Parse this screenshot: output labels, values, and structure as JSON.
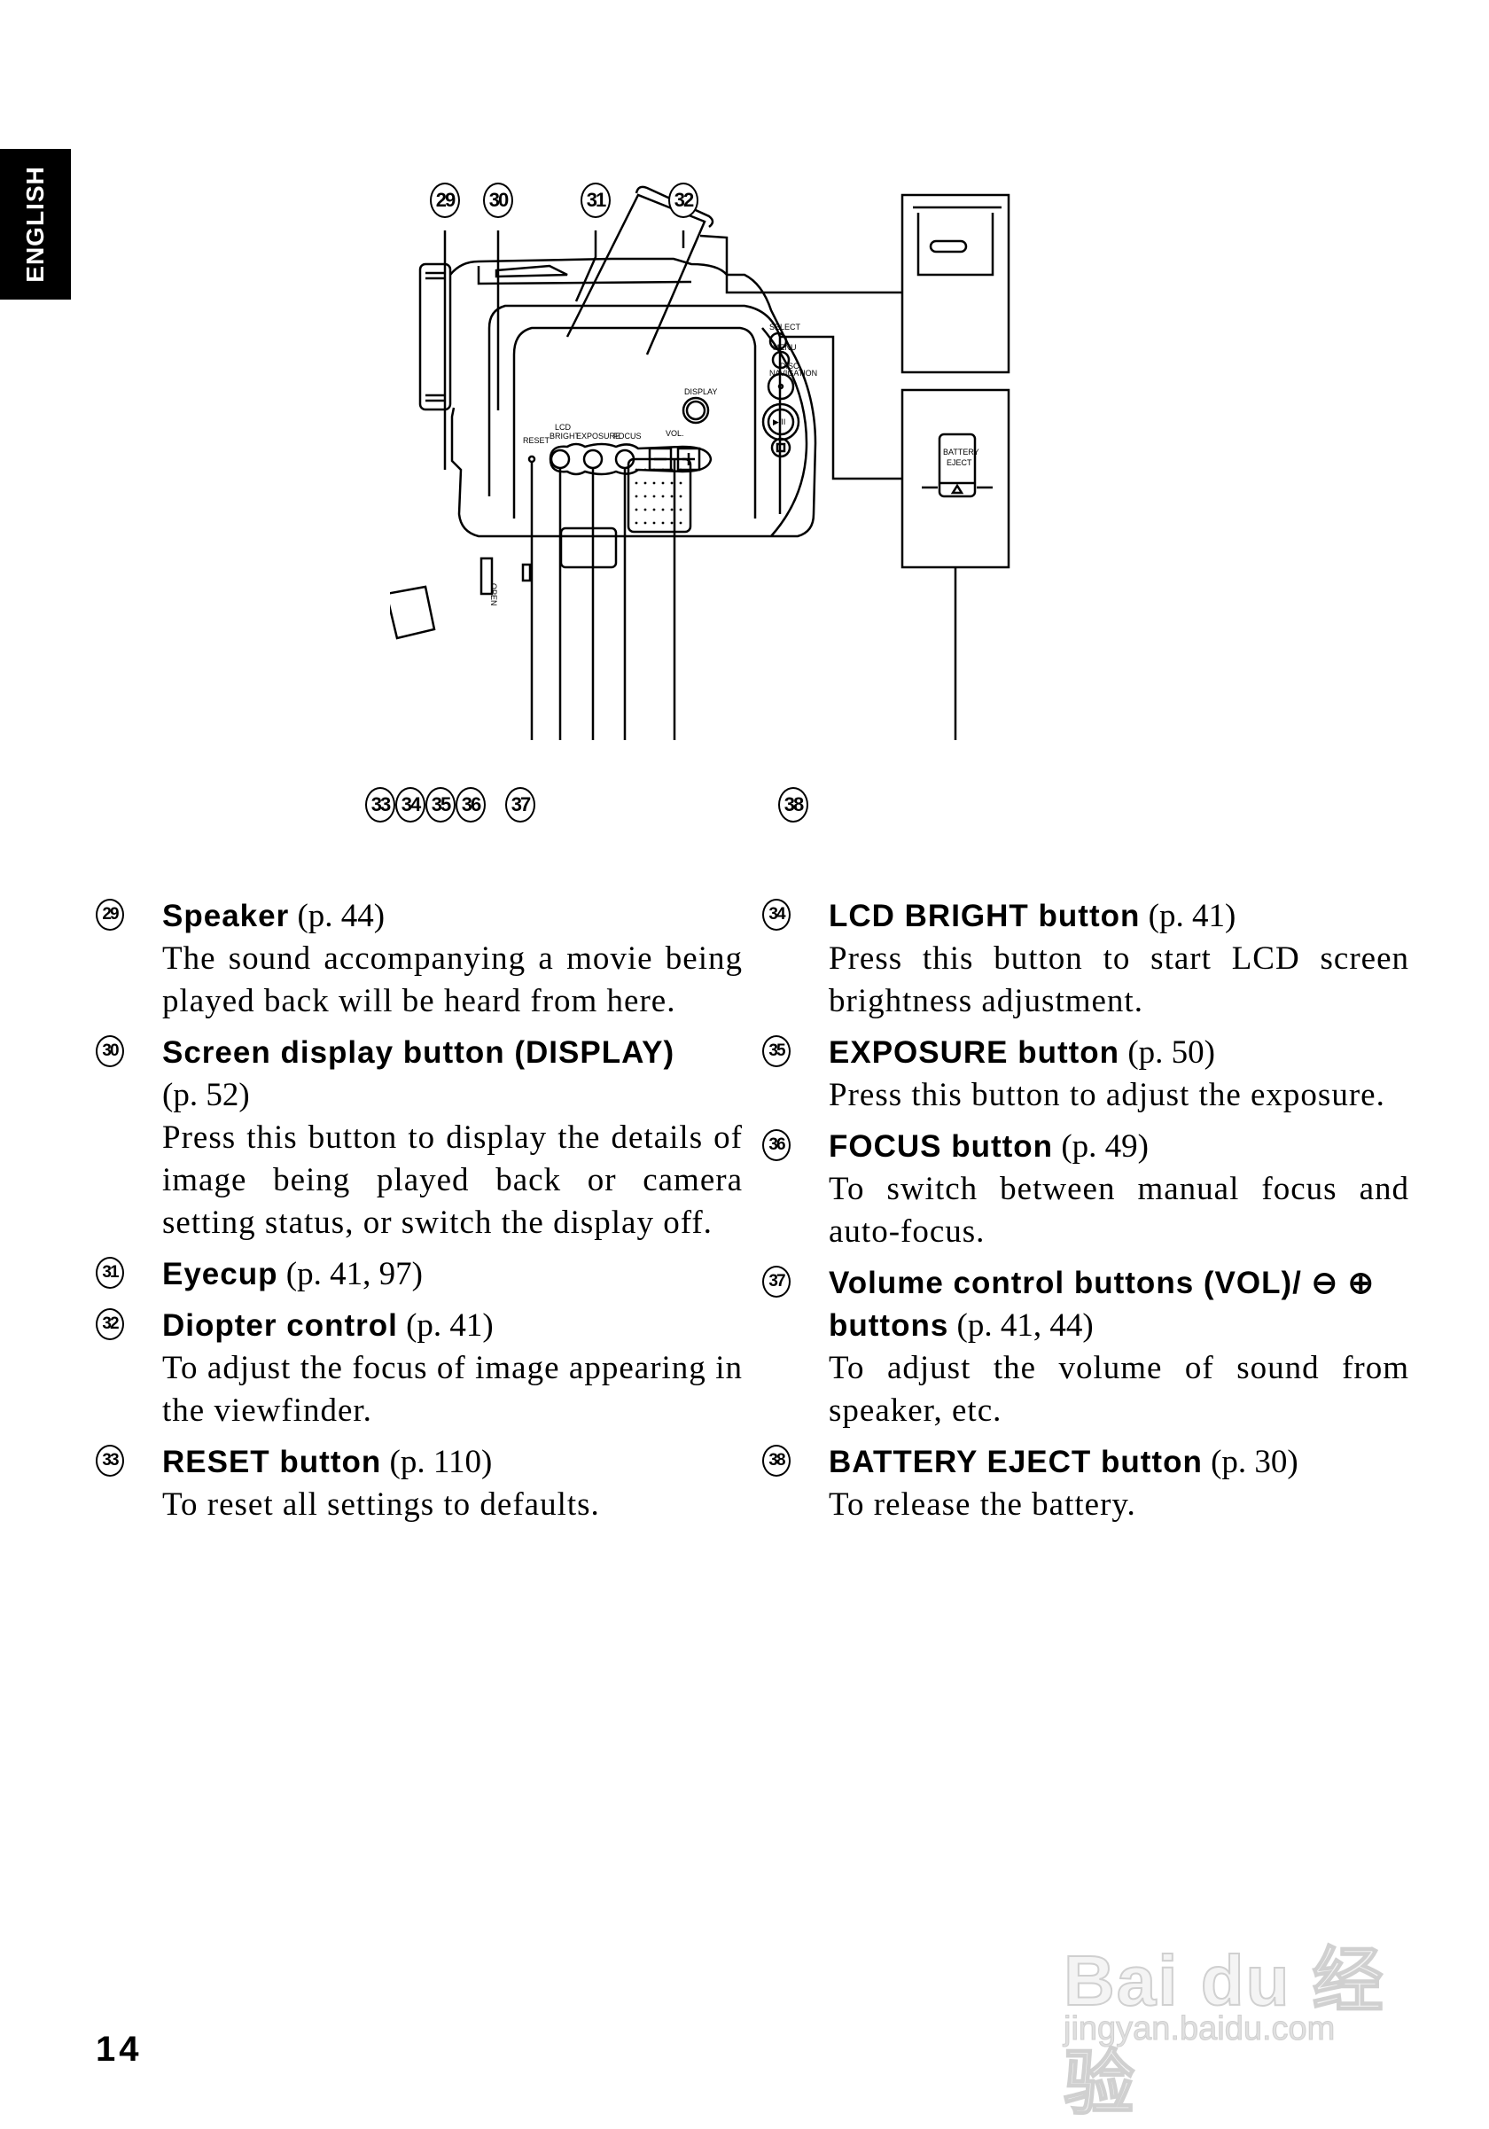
{
  "sidebar": {
    "language_tab": "ENGLISH"
  },
  "figure": {
    "top_callouts": [
      "29",
      "30",
      "31",
      "32"
    ],
    "bottom_callouts": [
      "33",
      "34",
      "35",
      "36",
      "37",
      "38"
    ],
    "camera_labels": {
      "select": "SELECT",
      "menu": "MENU",
      "disc_navigation_1": "DISC",
      "disc_navigation_2": "NAVIGATION",
      "display": "DISPLAY",
      "lcd_bright_1": "LCD",
      "lcd_bright_2": "BRIGHT",
      "exposure": "EXPOSURE",
      "focus": "FOCUS",
      "vol": "VOL.",
      "reset": "RESET",
      "open": "OPEN",
      "play_pause": "▶/II",
      "battery_eject_1": "BATTERY",
      "battery_eject_2": "EJECT"
    }
  },
  "entries_left": [
    {
      "num": "29",
      "title": "Speaker",
      "ref": " (p. 44)",
      "desc": "The sound accompanying a movie being played back will be heard from here."
    },
    {
      "num": "30",
      "title": "Screen display button (DISPLAY)",
      "ref": " (p. 52)",
      "desc": "Press this button to display the details of image being played back or camera setting status, or switch the display off."
    },
    {
      "num": "31",
      "title": "Eyecup",
      "ref": " (p. 41, 97)",
      "desc": ""
    },
    {
      "num": "32",
      "title": "Diopter control",
      "ref": " (p. 41)",
      "desc": "To adjust the focus of image appearing in the viewfinder."
    },
    {
      "num": "33",
      "title": "RESET button",
      "ref": " (p. 110)",
      "desc": "To reset all settings to defaults."
    }
  ],
  "entries_right": [
    {
      "num": "34",
      "title": "LCD BRIGHT button",
      "ref": " (p. 41)",
      "desc": "Press this button to start LCD screen brightness adjustment."
    },
    {
      "num": "35",
      "title": "EXPOSURE button",
      "ref": " (p. 50)",
      "desc": "Press this button to adjust the exposure."
    },
    {
      "num": "36",
      "title": "FOCUS button",
      "ref": " (p. 49)",
      "desc": "To switch between manual focus and auto-focus."
    },
    {
      "num": "37",
      "title": "Volume control buttons (VOL)/ ⊖ ⊕ buttons",
      "ref": " (p. 41, 44)",
      "desc": "To adjust the volume of sound from speaker, etc."
    },
    {
      "num": "38",
      "title": "BATTERY EJECT button",
      "ref": " (p. 30)",
      "desc": "To release the battery."
    }
  ],
  "footer": {
    "page_number": "14",
    "watermark_logo": "Bai du 经验",
    "watermark_url": "jingyan.baidu.com"
  }
}
